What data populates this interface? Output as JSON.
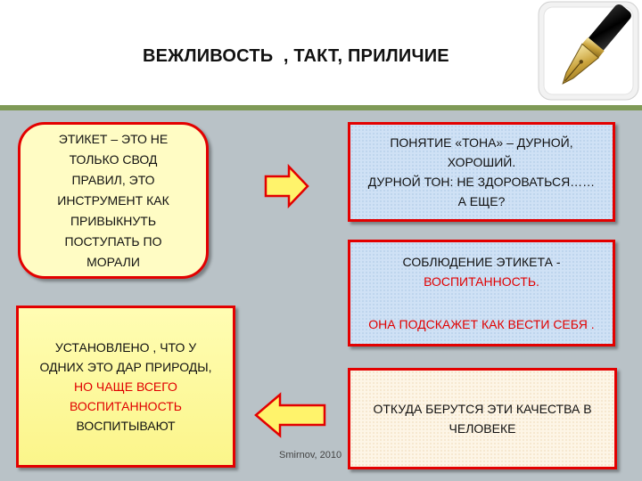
{
  "slide": {
    "title": "ВЕЖЛИВОСТЬ  , ТАКТ, ПРИЛИЧИЕ",
    "watermark": "Smirnov, 2010"
  },
  "boxes": {
    "etiquette": {
      "lines": [
        "ЭТИКЕТ – ЭТО НЕ",
        "ТОЛЬКО СВОД",
        "ПРАВИЛ, ЭТО",
        "ИНСТРУМЕНТ КАК",
        "ПРИВЫКНУТЬ",
        "ПОСТУПАТЬ ПО",
        "МОРАЛИ"
      ]
    },
    "tone": {
      "lines": [
        "ПОНЯТИЕ «ТОНА» – ДУРНОЙ,",
        "ХОРОШИЙ.",
        "ДУРНОЙ ТОН: НЕ ЗДОРОВАТЬСЯ……",
        "А ЕЩЕ?"
      ]
    },
    "observe": {
      "line1": "СОБЛЮДЕНИЕ  ЭТИКЕТА -",
      "line2": "ВОСПИТАННОСТЬ.",
      "line3": "ОНА ПОДСКАЖЕТ КАК ВЕСТИ  СЕБЯ ."
    },
    "established": {
      "lines_black": [
        "УСТАНОВЛЕНО , ЧТО У",
        "ОДНИХ ЭТО ДАР ПРИРОДЫ,"
      ],
      "lines_red": [
        "НО ЧАЩЕ ВСЕГО",
        "ВОСПИТАННОСТЬ"
      ],
      "last": "ВОСПИТЫВАЮТ"
    },
    "where": {
      "lines": [
        "ОТКУДА  БЕРУТСЯ  ЭТИ КАЧЕСТВА В",
        "ЧЕЛОВЕКЕ"
      ]
    }
  },
  "colors": {
    "accent_red": "#e00000",
    "arrow_fill": "#fff36b",
    "arrow_stroke": "#e30000",
    "header_bar": "#7f9a57"
  },
  "icons": {
    "pen": "fountain-pen-icon",
    "arrow_right": "arrow-right-icon",
    "arrow_left": "arrow-left-icon"
  }
}
